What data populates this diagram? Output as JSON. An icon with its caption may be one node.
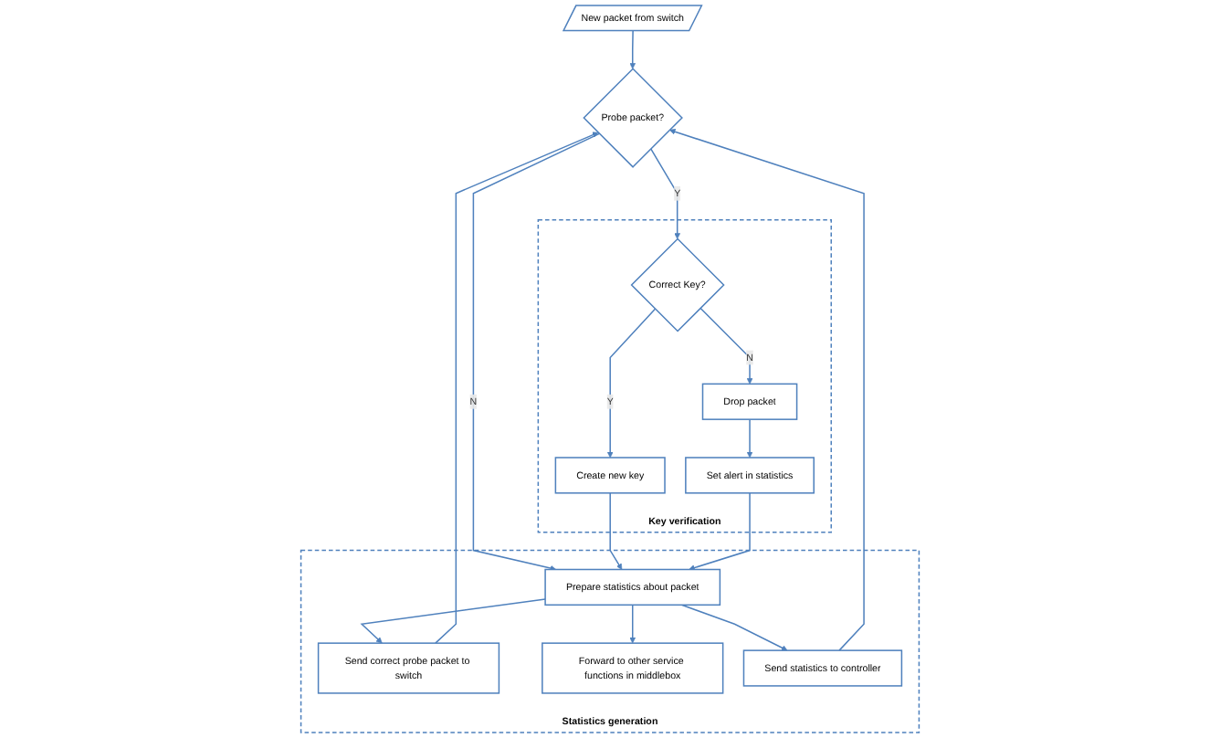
{
  "diagram": {
    "nodes": [
      {
        "text": [
          "New packet from switch"
        ]
      },
      {
        "text": [
          "Probe packet?"
        ]
      },
      {
        "text": [
          "Key verification"
        ]
      },
      {
        "text": [
          "Correct Key?"
        ],
        "in": 2
      },
      {
        "text": [
          "Create new key"
        ],
        "in": 2
      },
      {
        "text": [
          "Drop packet"
        ],
        "in": 2
      },
      {
        "text": [
          "Set alert in statistics"
        ],
        "in": 2
      },
      {
        "text": [
          "Statistics generation"
        ]
      },
      {
        "text": [
          "Prepare statistics about packet"
        ],
        "in": 7
      },
      {
        "text": [
          "Send correct probe packet to switch"
        ],
        "in": 7
      },
      {
        "text": [
          "Forward to other service functions in middlebox"
        ],
        "in": 7
      },
      {
        "text": [
          "Send statistics to controller"
        ],
        "in": 7
      }
    ],
    "edges": [
      {
        "from": 0,
        "to": 1,
        "arrow": "to"
      },
      {
        "from": 1,
        "to": 3,
        "label": "Y",
        "arrow": "to"
      },
      {
        "from": 1,
        "to": 8,
        "label": "N",
        "arrow": "to"
      },
      {
        "from": 3,
        "to": 4,
        "label": "Y",
        "arrow": "to"
      },
      {
        "from": 3,
        "to": 5,
        "label": "N",
        "arrow": "to"
      },
      {
        "from": 5,
        "to": 6,
        "arrow": "to"
      },
      {
        "from": 4,
        "to": 8,
        "arrow": "to"
      },
      {
        "from": 6,
        "to": 8,
        "arrow": "to"
      },
      {
        "from": 8,
        "to": 9,
        "arrow": "to"
      },
      {
        "from": 8,
        "to": 10,
        "arrow": "to"
      },
      {
        "from": 8,
        "to": 11,
        "arrow": "to"
      },
      {
        "from": 9,
        "to": 1,
        "arrow": "to"
      },
      {
        "from": 11,
        "to": 1,
        "arrow": "to"
      }
    ]
  }
}
